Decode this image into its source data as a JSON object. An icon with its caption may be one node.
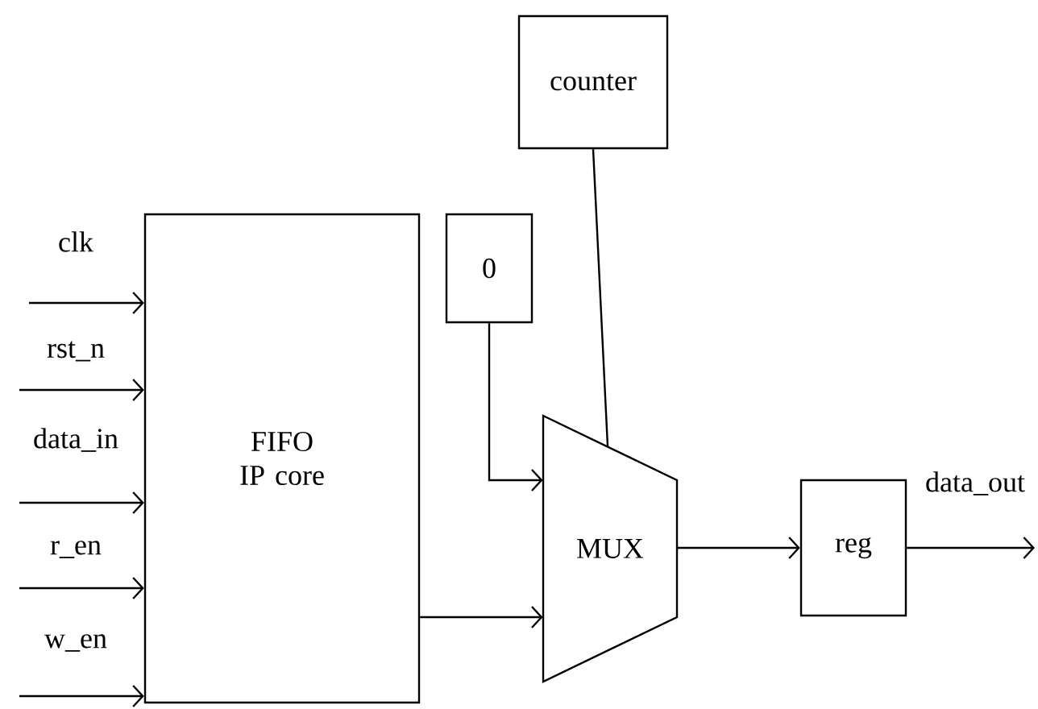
{
  "diagram": {
    "nodes": [
      {
        "text": [
          "FIFO IP core"
        ]
      },
      {
        "text": [
          "counter"
        ]
      },
      {
        "text": [
          "0"
        ]
      },
      {
        "text": [
          "MUX"
        ]
      },
      {
        "text": [
          "reg"
        ]
      }
    ],
    "edges": [
      {
        "from": null,
        "to": 0,
        "arrow": "to",
        "label": "clk"
      },
      {
        "from": null,
        "to": 0,
        "arrow": "to",
        "label": "rst_n"
      },
      {
        "from": null,
        "to": 0,
        "arrow": "to",
        "label": "data_in"
      },
      {
        "from": null,
        "to": 0,
        "arrow": "to",
        "label": "r_en"
      },
      {
        "from": null,
        "to": 0,
        "arrow": "to",
        "label": "w_en"
      },
      {
        "from": 0,
        "to": 3,
        "arrow": "to"
      },
      {
        "from": 2,
        "to": 3,
        "arrow": "to"
      },
      {
        "from": 1,
        "to": 3,
        "arrow": "none"
      },
      {
        "from": 3,
        "to": 4,
        "arrow": "to"
      },
      {
        "from": 4,
        "to": null,
        "arrow": "to",
        "label": "data_out"
      }
    ]
  }
}
